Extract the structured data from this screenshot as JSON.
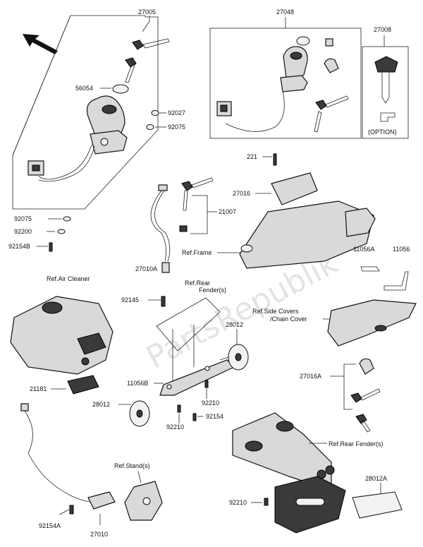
{
  "labels": {
    "p27005": "27005",
    "p27048": "27048",
    "p27008": "27008",
    "p56054": "56054",
    "p92027": "92027",
    "p92075a": "92075",
    "p92075b": "92075",
    "p92200": "92200",
    "p92154b": "92154B",
    "p221": "221",
    "p27016": "27016",
    "p21007": "21007",
    "frame": "Ref.Frame",
    "p27010a": "27010A",
    "p11056a": "11056A",
    "p11056": "11056",
    "air_cleaner": "Ref.Air Cleaner",
    "p92145": "92145",
    "rear_fender_top": "Ref.Rear",
    "rear_fender_top2": "Fender(s)",
    "side_covers": "Ref.Side Covers",
    "chain_cover": "/Chain Cover",
    "p28012a_top": "28012",
    "p21181": "21181",
    "p11056b": "11056B",
    "p27016a": "27016A",
    "p28012_b": "28012",
    "p92210a": "92210",
    "p92154": "92154",
    "p92210b": "92210",
    "rear_fender_bottom": "Ref.Rear Fender(s)",
    "stand": "Ref.Stand(s)",
    "p28012a": "28012A",
    "p92210c": "92210",
    "p92154a": "92154A",
    "p27010": "27010",
    "option": "(OPTION)"
  },
  "watermark": "PartsRepublik",
  "icons": {
    "direction": "front-arrow-icon"
  },
  "colors": {
    "line": "#222222",
    "part_fill": "#d9d9d9",
    "dark_part": "#3a3a3a"
  }
}
